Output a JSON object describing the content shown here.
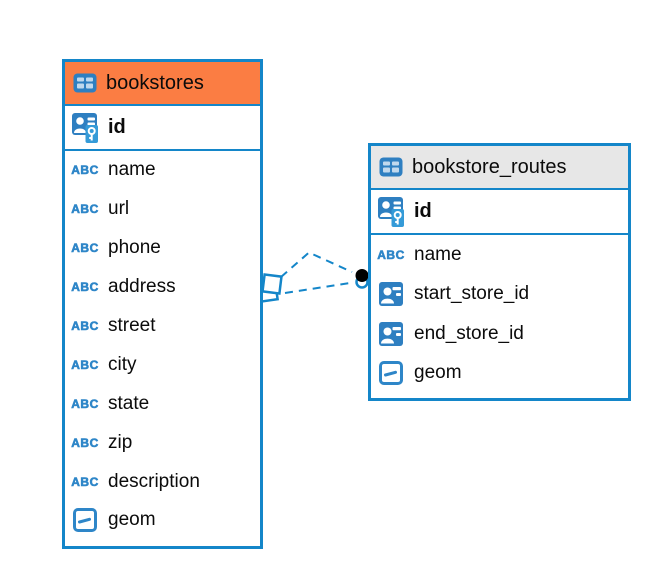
{
  "diagram": {
    "colors": {
      "accent_blue": "#1486C9",
      "icon_blue": "#2E7FC1",
      "bookstores_header": "#FB7D43",
      "bookstore_routes_header": "#E7E7E7",
      "background": "#FFFFFF",
      "text": "#0B0B0B",
      "connector_dot": "#000000"
    },
    "icons": {
      "text_type_glyph": "ABC",
      "table_icon_name": "table-icon",
      "primary_key_icon_name": "primary-key-icon",
      "foreign_key_icon_name": "foreign-key-icon",
      "geometry_icon_name": "geometry-icon"
    },
    "tables": [
      {
        "name": "bookstores",
        "header_color": "#FB7D43",
        "columns": [
          {
            "name": "id",
            "type_icon": "primary-key",
            "is_primary_key": true
          },
          {
            "name": "name",
            "type_icon": "text"
          },
          {
            "name": "url",
            "type_icon": "text"
          },
          {
            "name": "phone",
            "type_icon": "text"
          },
          {
            "name": "address",
            "type_icon": "text"
          },
          {
            "name": "street",
            "type_icon": "text"
          },
          {
            "name": "city",
            "type_icon": "text"
          },
          {
            "name": "state",
            "type_icon": "text"
          },
          {
            "name": "zip",
            "type_icon": "text"
          },
          {
            "name": "description",
            "type_icon": "text"
          },
          {
            "name": "geom",
            "type_icon": "geometry"
          }
        ]
      },
      {
        "name": "bookstore_routes",
        "header_color": "#E7E7E7",
        "columns": [
          {
            "name": "id",
            "type_icon": "primary-key",
            "is_primary_key": true
          },
          {
            "name": "name",
            "type_icon": "text"
          },
          {
            "name": "start_store_id",
            "type_icon": "foreign-key"
          },
          {
            "name": "end_store_id",
            "type_icon": "foreign-key"
          },
          {
            "name": "geom",
            "type_icon": "geometry"
          }
        ]
      }
    ],
    "relationship": {
      "from_table": "bookstores",
      "to_table": "bookstore_routes",
      "line_style": "dashed",
      "dashed_link_count": 2,
      "source_marker": "overlapping-squares",
      "target_marker": "filled-dot-with-ring"
    }
  }
}
